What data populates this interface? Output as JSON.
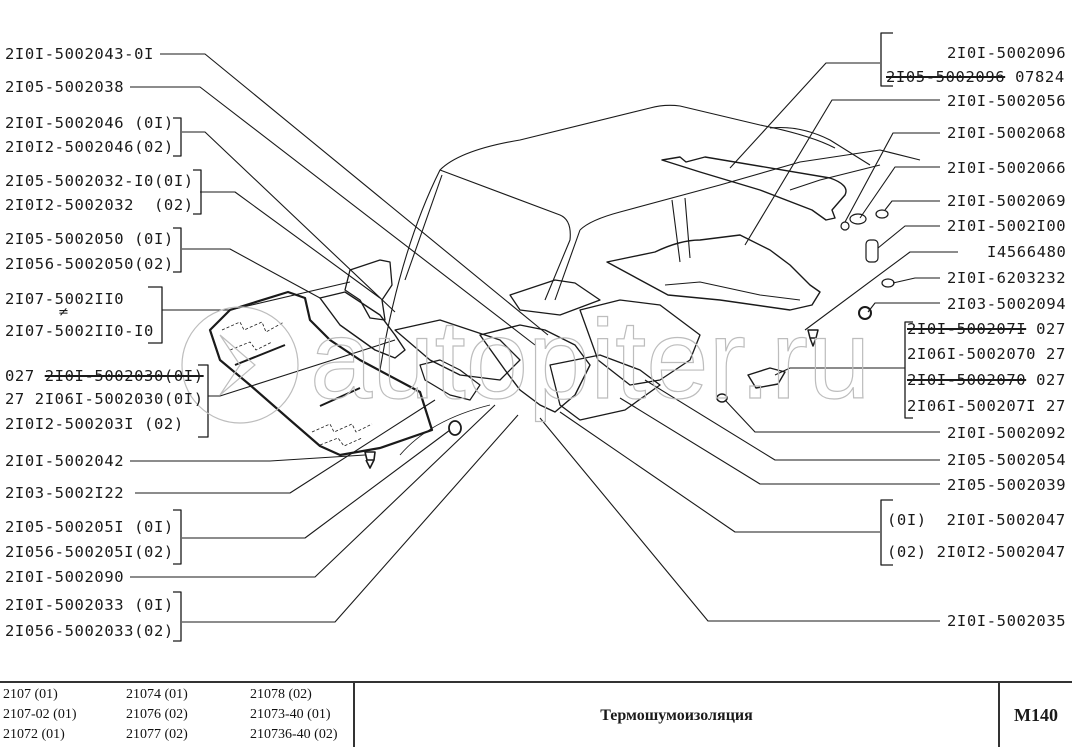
{
  "diagram": {
    "title": "Термошумоизоляция",
    "code": "M140",
    "watermark": "autopiter.ru",
    "left_labels": [
      {
        "text": "2I0I-5002043-0I"
      },
      {
        "text": "2I05-5002038"
      },
      {
        "text": "2I0I-5002046 (0I)"
      },
      {
        "text": "2I0I2-5002046(02)"
      },
      {
        "text": "2I05-5002032-I0(0I)"
      },
      {
        "text": "2I0I2-5002032  (02)"
      },
      {
        "text": "2I05-5002050 (0I)"
      },
      {
        "text": "2I056-5002050(02)"
      },
      {
        "text": "2I07-5002II0"
      },
      {
        "text": "2I07-5002II0-I0"
      },
      {
        "prefix": "027 ",
        "text": "2I0I-5002030(0I)",
        "struck": true
      },
      {
        "text": "27 2I06I-5002030(0I)"
      },
      {
        "text": "2I0I2-500203I (02)"
      },
      {
        "text": "2I0I-5002042"
      },
      {
        "text": "2I03-5002I22"
      },
      {
        "text": "2I05-500205I (0I)"
      },
      {
        "text": "2I056-500205I(02)"
      },
      {
        "text": "2I0I-5002090"
      },
      {
        "text": "2I0I-5002033 (0I)"
      },
      {
        "text": "2I056-5002033(02)"
      }
    ],
    "neq_symbol": "≠",
    "right_labels": [
      {
        "text": "2I0I-5002096"
      },
      {
        "text": "2I05-5002096",
        "struck": true,
        "suffix": " 07824"
      },
      {
        "text": "2I0I-5002056"
      },
      {
        "text": "2I0I-5002068"
      },
      {
        "text": "2I0I-5002066"
      },
      {
        "text": "2I0I-5002069"
      },
      {
        "text": "2I0I-5002I00"
      },
      {
        "text": "I4566480"
      },
      {
        "text": "2I0I-6203232"
      },
      {
        "text": "2I03-5002094"
      },
      {
        "text": "2I0I-500207I",
        "struck": true,
        "suffix": " 027"
      },
      {
        "text": "2I06I-5002070 27"
      },
      {
        "text": "2I0I-5002070",
        "struck": true,
        "suffix": " 027"
      },
      {
        "text": "2I06I-500207I 27"
      },
      {
        "text": "2I0I-5002092"
      },
      {
        "text": "2I05-5002054"
      },
      {
        "text": "2I05-5002039"
      },
      {
        "text": "(0I)  2I0I-5002047"
      },
      {
        "text": "(02) 2I0I2-5002047"
      },
      {
        "text": "2I0I-5002035"
      }
    ]
  },
  "footer": {
    "models": [
      [
        "2107 (01)",
        "21074 (01)",
        "21078 (02)"
      ],
      [
        "2107-02 (01)",
        "21076 (02)",
        "21073-40 (01)"
      ],
      [
        "21072 (01)",
        "21077 (02)",
        "210736-40 (02)"
      ]
    ],
    "title": "Термошумоизоляция",
    "code": "M140"
  }
}
